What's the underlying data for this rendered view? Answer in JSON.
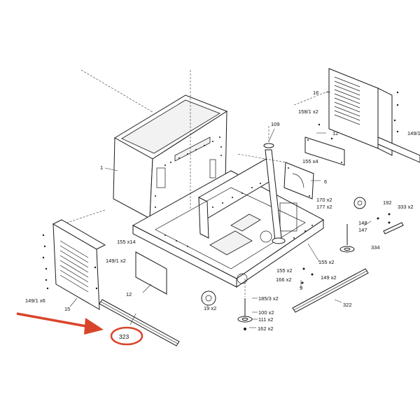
{
  "labels": {
    "p1": "1",
    "p6": "6",
    "p9": "9",
    "p12a": "12",
    "p12b": "12",
    "p15": "15",
    "p16": "16",
    "p109": "109",
    "p147": "147",
    "p148": "148",
    "p149_1": "149/1",
    "p149_1_x2": "149/1 x2",
    "p149_1_x6": "149/1 x6",
    "p149_x2": "149 x2",
    "p155_x2a": "155 x2",
    "p155_x2b": "155 x2",
    "p155_x4": "155 x4",
    "p155_x14": "155 x14",
    "p158_1_x2": "158/1 x2",
    "p162_x2": "162 x2",
    "p166_x2": "166 x2",
    "p170_x2": "170 x2",
    "p177_x2": "177 x2",
    "p185_3_x2": "185/3 x2",
    "p192": "192",
    "p100_x2": "100 x2",
    "p111_x2": "111 x2",
    "p19_x2": "19 x2",
    "p322": "322",
    "p323": "323",
    "p333_x2": "333 x2",
    "p334": "334"
  },
  "highlight": {
    "target": "323",
    "color": "#d9452b"
  },
  "colors": {
    "line": "#1a1a1a",
    "background": "#ffffff",
    "accent": "#d9452b"
  }
}
